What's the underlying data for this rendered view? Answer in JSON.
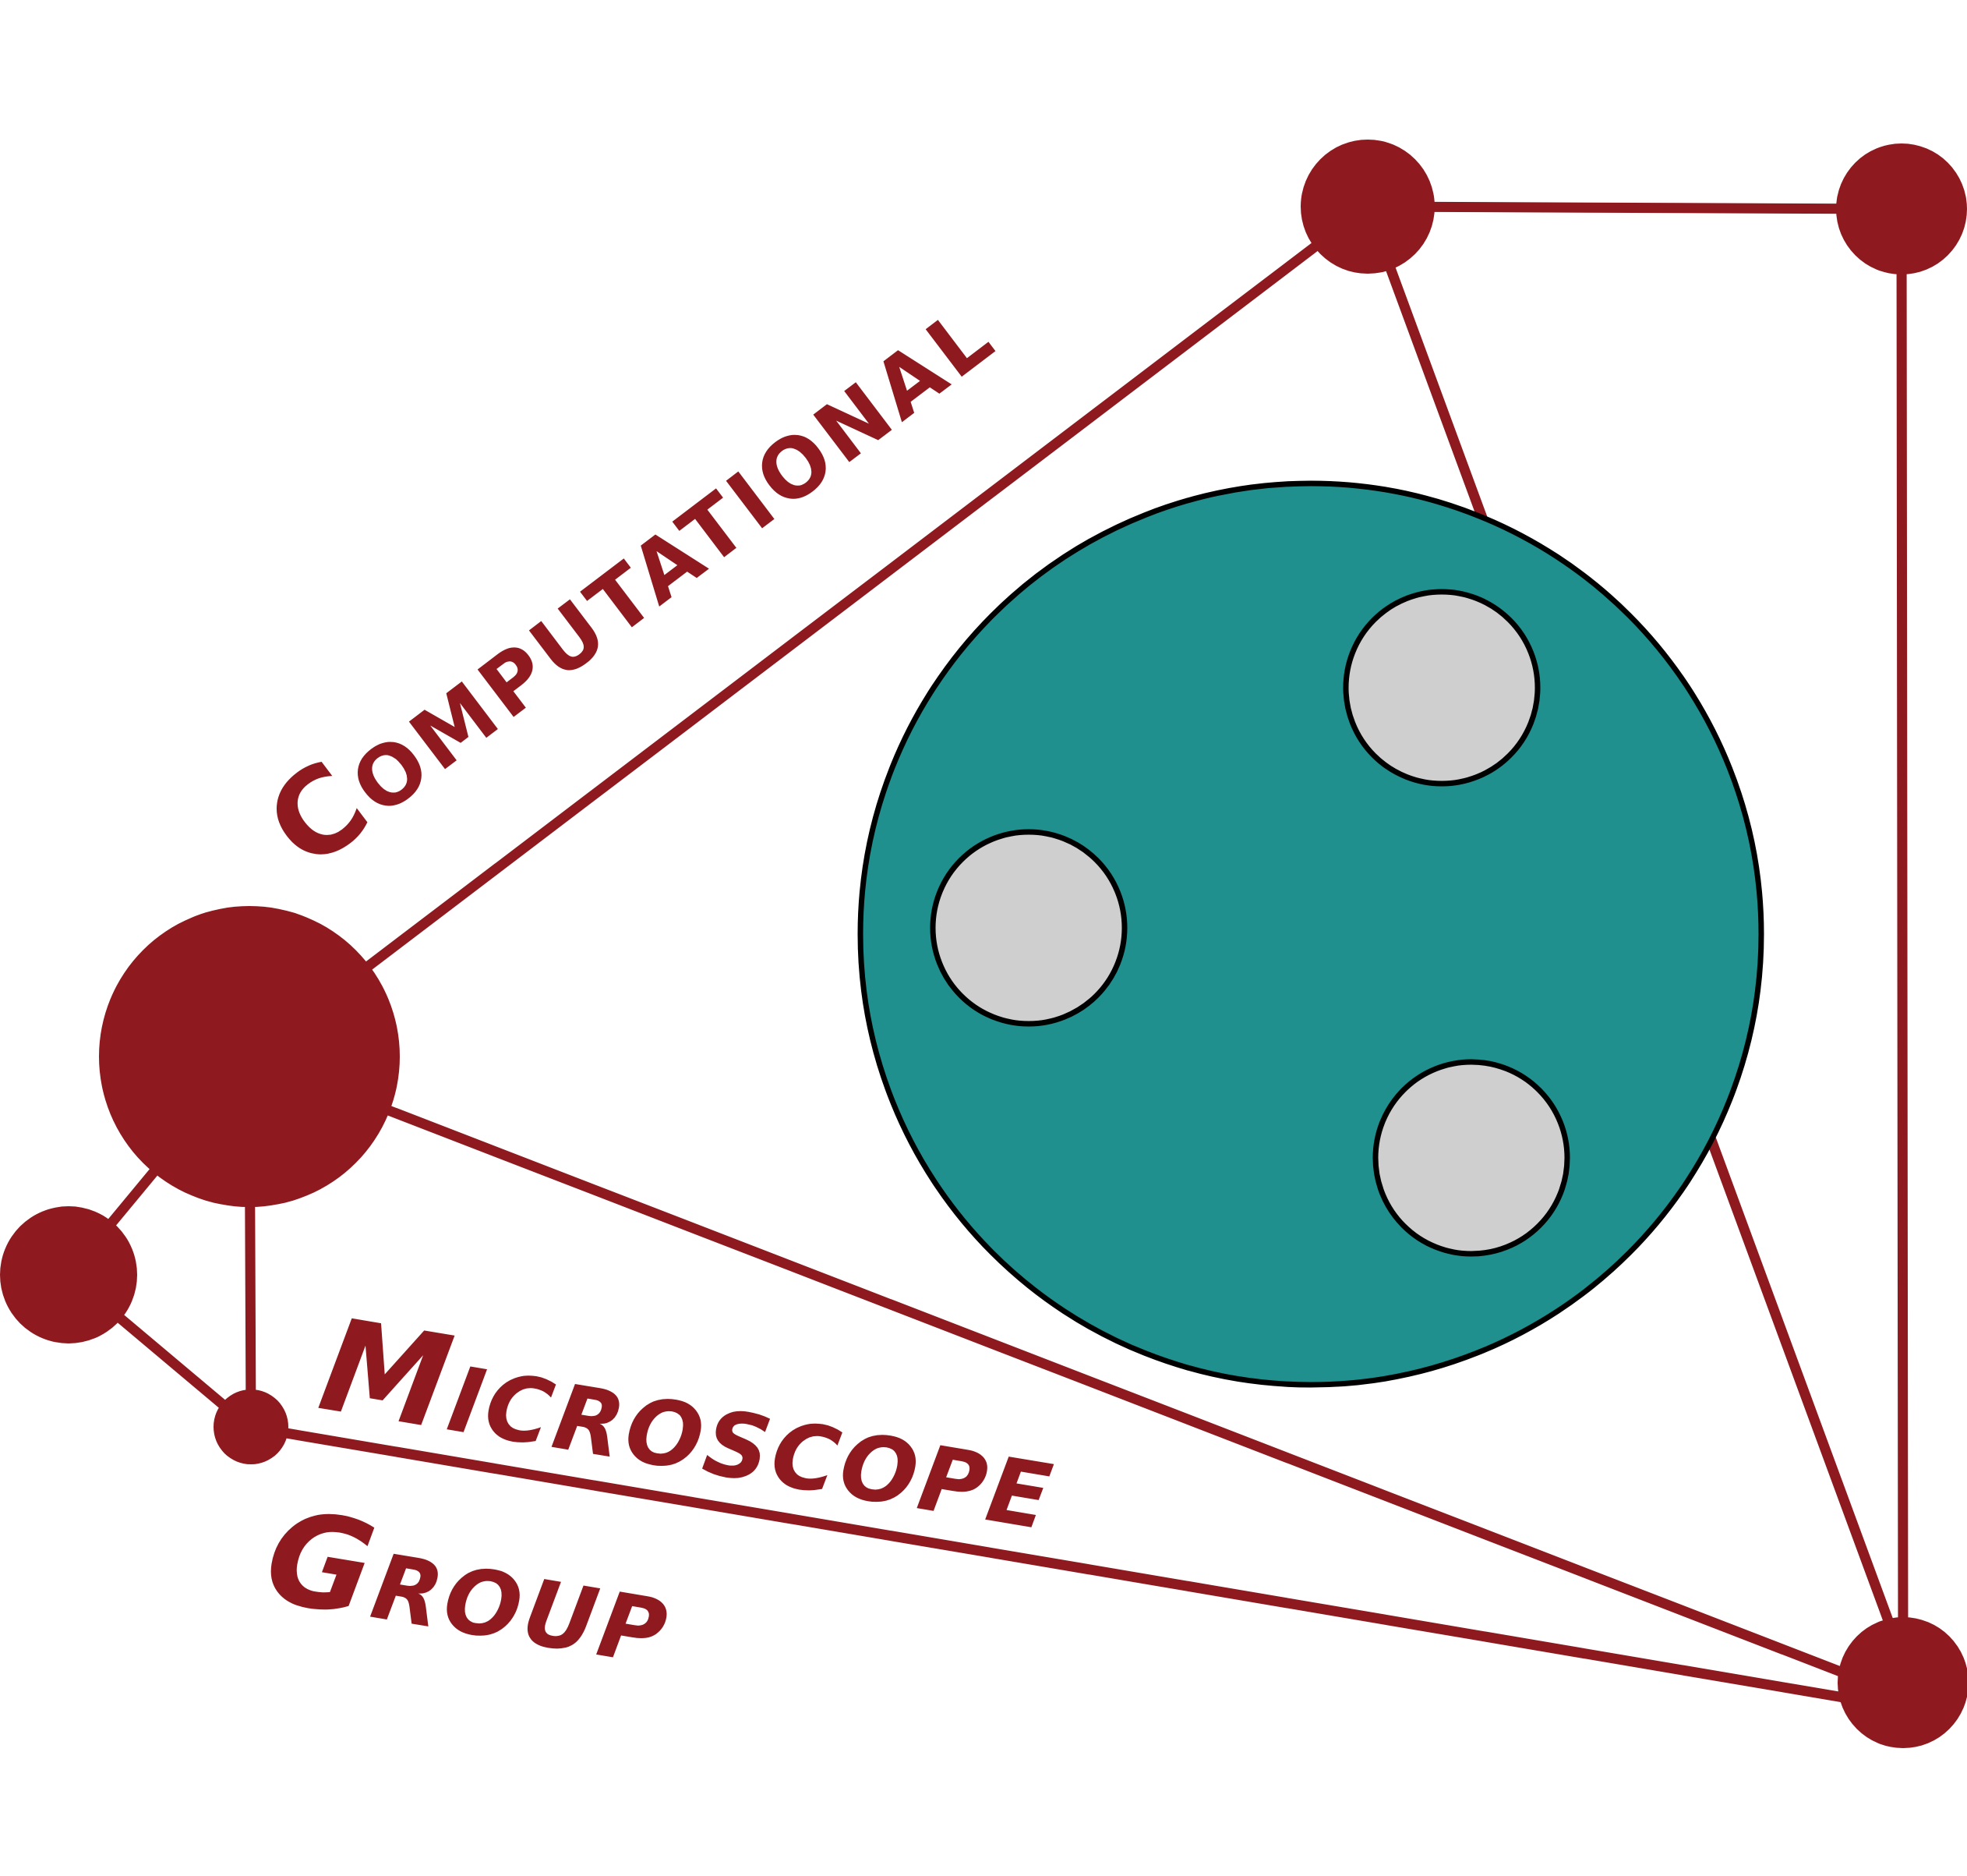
{
  "logo": {
    "word_top": "Computational",
    "word_middle": "Microscope",
    "word_bottom": "Group",
    "colors": {
      "network": "#8e1a20",
      "cell": "#1f908d",
      "nucleus": "#d0cfd0",
      "outline": "#000000",
      "background": "#ffffff"
    },
    "icons": [
      "network-graph",
      "cell",
      "nucleus"
    ]
  }
}
